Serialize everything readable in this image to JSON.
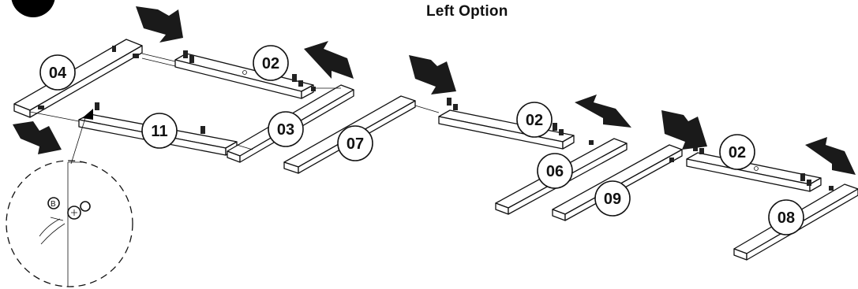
{
  "title": "Left Option",
  "step_badge": "",
  "part_labels": {
    "p04": "04",
    "p02a": "02",
    "p11": "11",
    "p03": "03",
    "p07": "07",
    "p02b": "02",
    "p06": "06",
    "p09": "09",
    "p02c": "02",
    "p08": "08"
  },
  "detail": {
    "fastener_label": "B"
  },
  "colors": {
    "line": "#111111",
    "arrow": "#1a1a1a",
    "background": "#ffffff"
  }
}
